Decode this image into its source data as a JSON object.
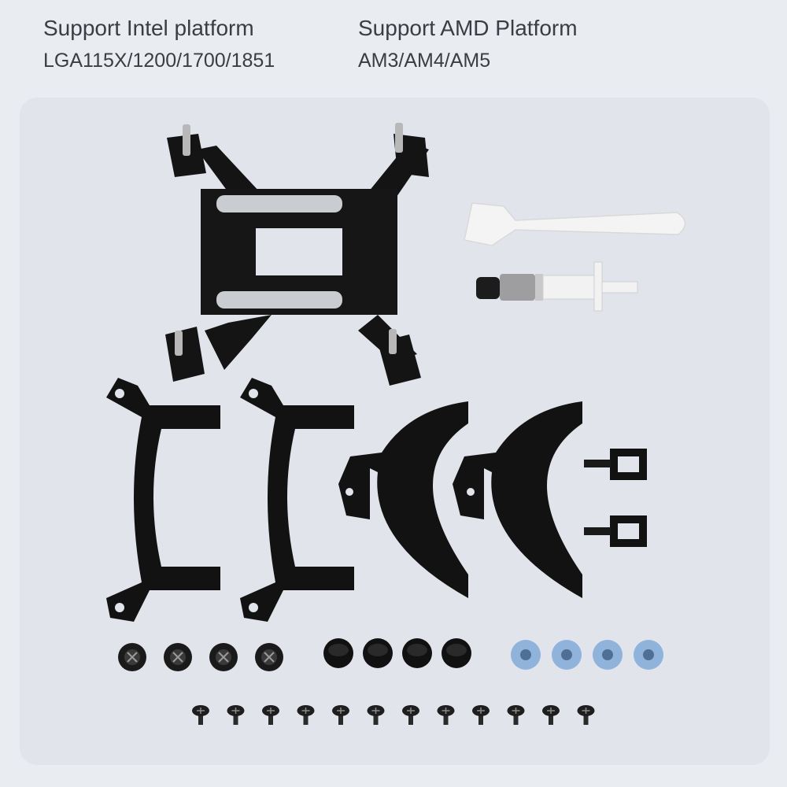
{
  "intel": {
    "title": "Support Intel platform",
    "sockets": "LGA115X/1200/1700/1851"
  },
  "amd": {
    "title": "Support AMD Platform",
    "sockets": "AM3/AM4/AM5"
  },
  "colors": {
    "page_bg": "#e9ecf1",
    "panel_bg": "#e1e4ea",
    "part_black": "#111111",
    "pad_silver": "#c9ccd1",
    "spacer_blue": "#8fb3da",
    "syringe": "#f2f2f2",
    "text": "#3a3d42"
  },
  "parts": {
    "intel_backplate": 1,
    "thermal_spatula": 1,
    "thermal_paste_syringe": 1,
    "intel_brackets": 2,
    "amd_brackets": 2,
    "amd_standoffs": 2,
    "black_standoffs": 4,
    "round_nuts": 4,
    "blue_spacers": 4,
    "small_screws": 12
  }
}
